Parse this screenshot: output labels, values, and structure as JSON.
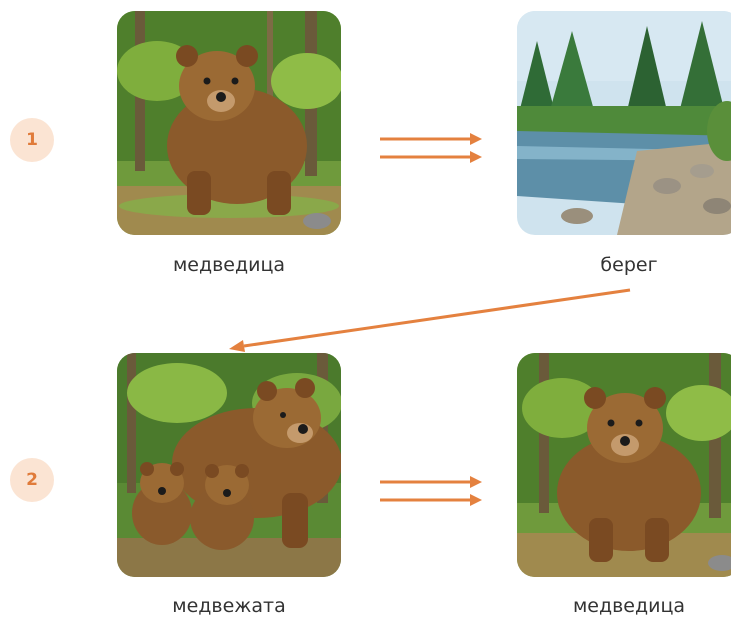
{
  "steps": [
    {
      "number": "1",
      "from_label": "медведица",
      "to_label": "берег"
    },
    {
      "number": "2",
      "from_label": "медвежата",
      "to_label": "медведица"
    }
  ],
  "colors": {
    "accent": "#e4813f",
    "badge_bg": "#fbe4d3",
    "badge_text": "#e07b3a",
    "label_text": "#333333"
  }
}
